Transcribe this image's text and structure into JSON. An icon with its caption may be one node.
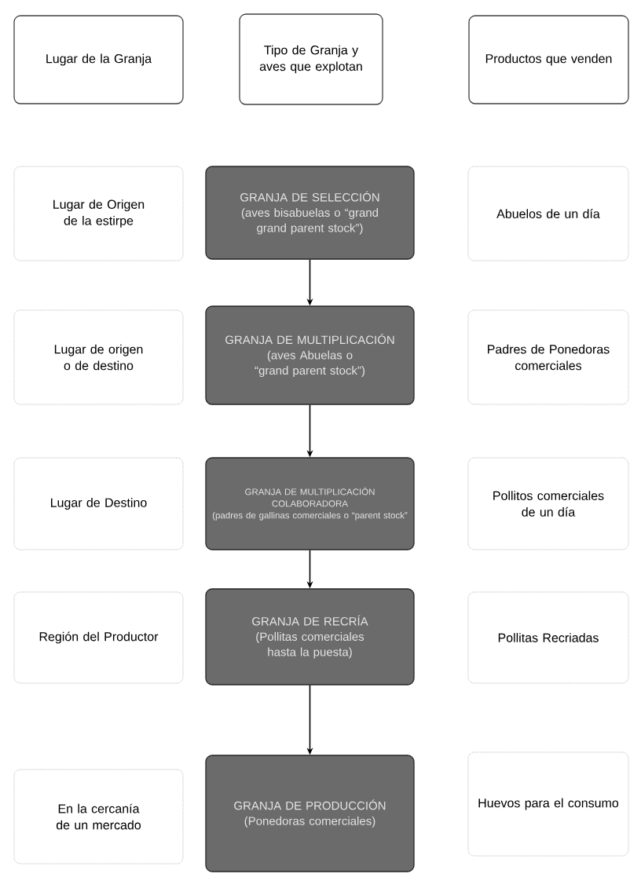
{
  "diagram": {
    "nodes": [
      {
        "text": [
          "Lugar de la Granja"
        ]
      },
      {
        "text": [
          "Tipo de Granja y aves que explotan"
        ]
      },
      {
        "text": [
          "Productos que venden"
        ]
      },
      {
        "text": [
          "Lugar de Origen de la estirpe"
        ]
      },
      {
        "text": [
          "GRANJA DE SELECCIÓN",
          "(aves bisabuelas o “grand grand parent stock”)"
        ]
      },
      {
        "text": [
          "Abuelos de un día"
        ]
      },
      {
        "text": [
          "Lugar de origen o de destino"
        ]
      },
      {
        "text": [
          "GRANJA DE MULTIPLICACIÓN",
          "(aves Abuelas o “grand parent stock”)"
        ]
      },
      {
        "text": [
          "Padres de Ponedoras comerciales"
        ]
      },
      {
        "text": [
          "Lugar de Destino"
        ]
      },
      {
        "text": [
          "GRANJA DE MULTIPLICACIÓN COLABORADORA",
          "(padres de gallinas comerciales o “parent stock”"
        ]
      },
      {
        "text": [
          "Pollitos comerciales de un día"
        ]
      },
      {
        "text": [
          "Región del Productor"
        ]
      },
      {
        "text": [
          "GRANJA DE RECRÍA",
          "(Pollitas comerciales hasta la puesta)"
        ]
      },
      {
        "text": [
          "Pollitas Recriadas"
        ]
      },
      {
        "text": [
          "En la cercanía de un mercado"
        ]
      },
      {
        "text": [
          "GRANJA DE PRODUCCIÓN",
          "(Ponedoras comerciales)"
        ]
      },
      {
        "text": [
          "Huevos para el consumo"
        ]
      }
    ],
    "edges": [
      {
        "from": 4,
        "to": 7,
        "arrow": "to"
      },
      {
        "from": 7,
        "to": 10,
        "arrow": "to"
      },
      {
        "from": 10,
        "to": 13,
        "arrow": "to"
      },
      {
        "from": 13,
        "to": 16,
        "arrow": "to"
      }
    ]
  }
}
